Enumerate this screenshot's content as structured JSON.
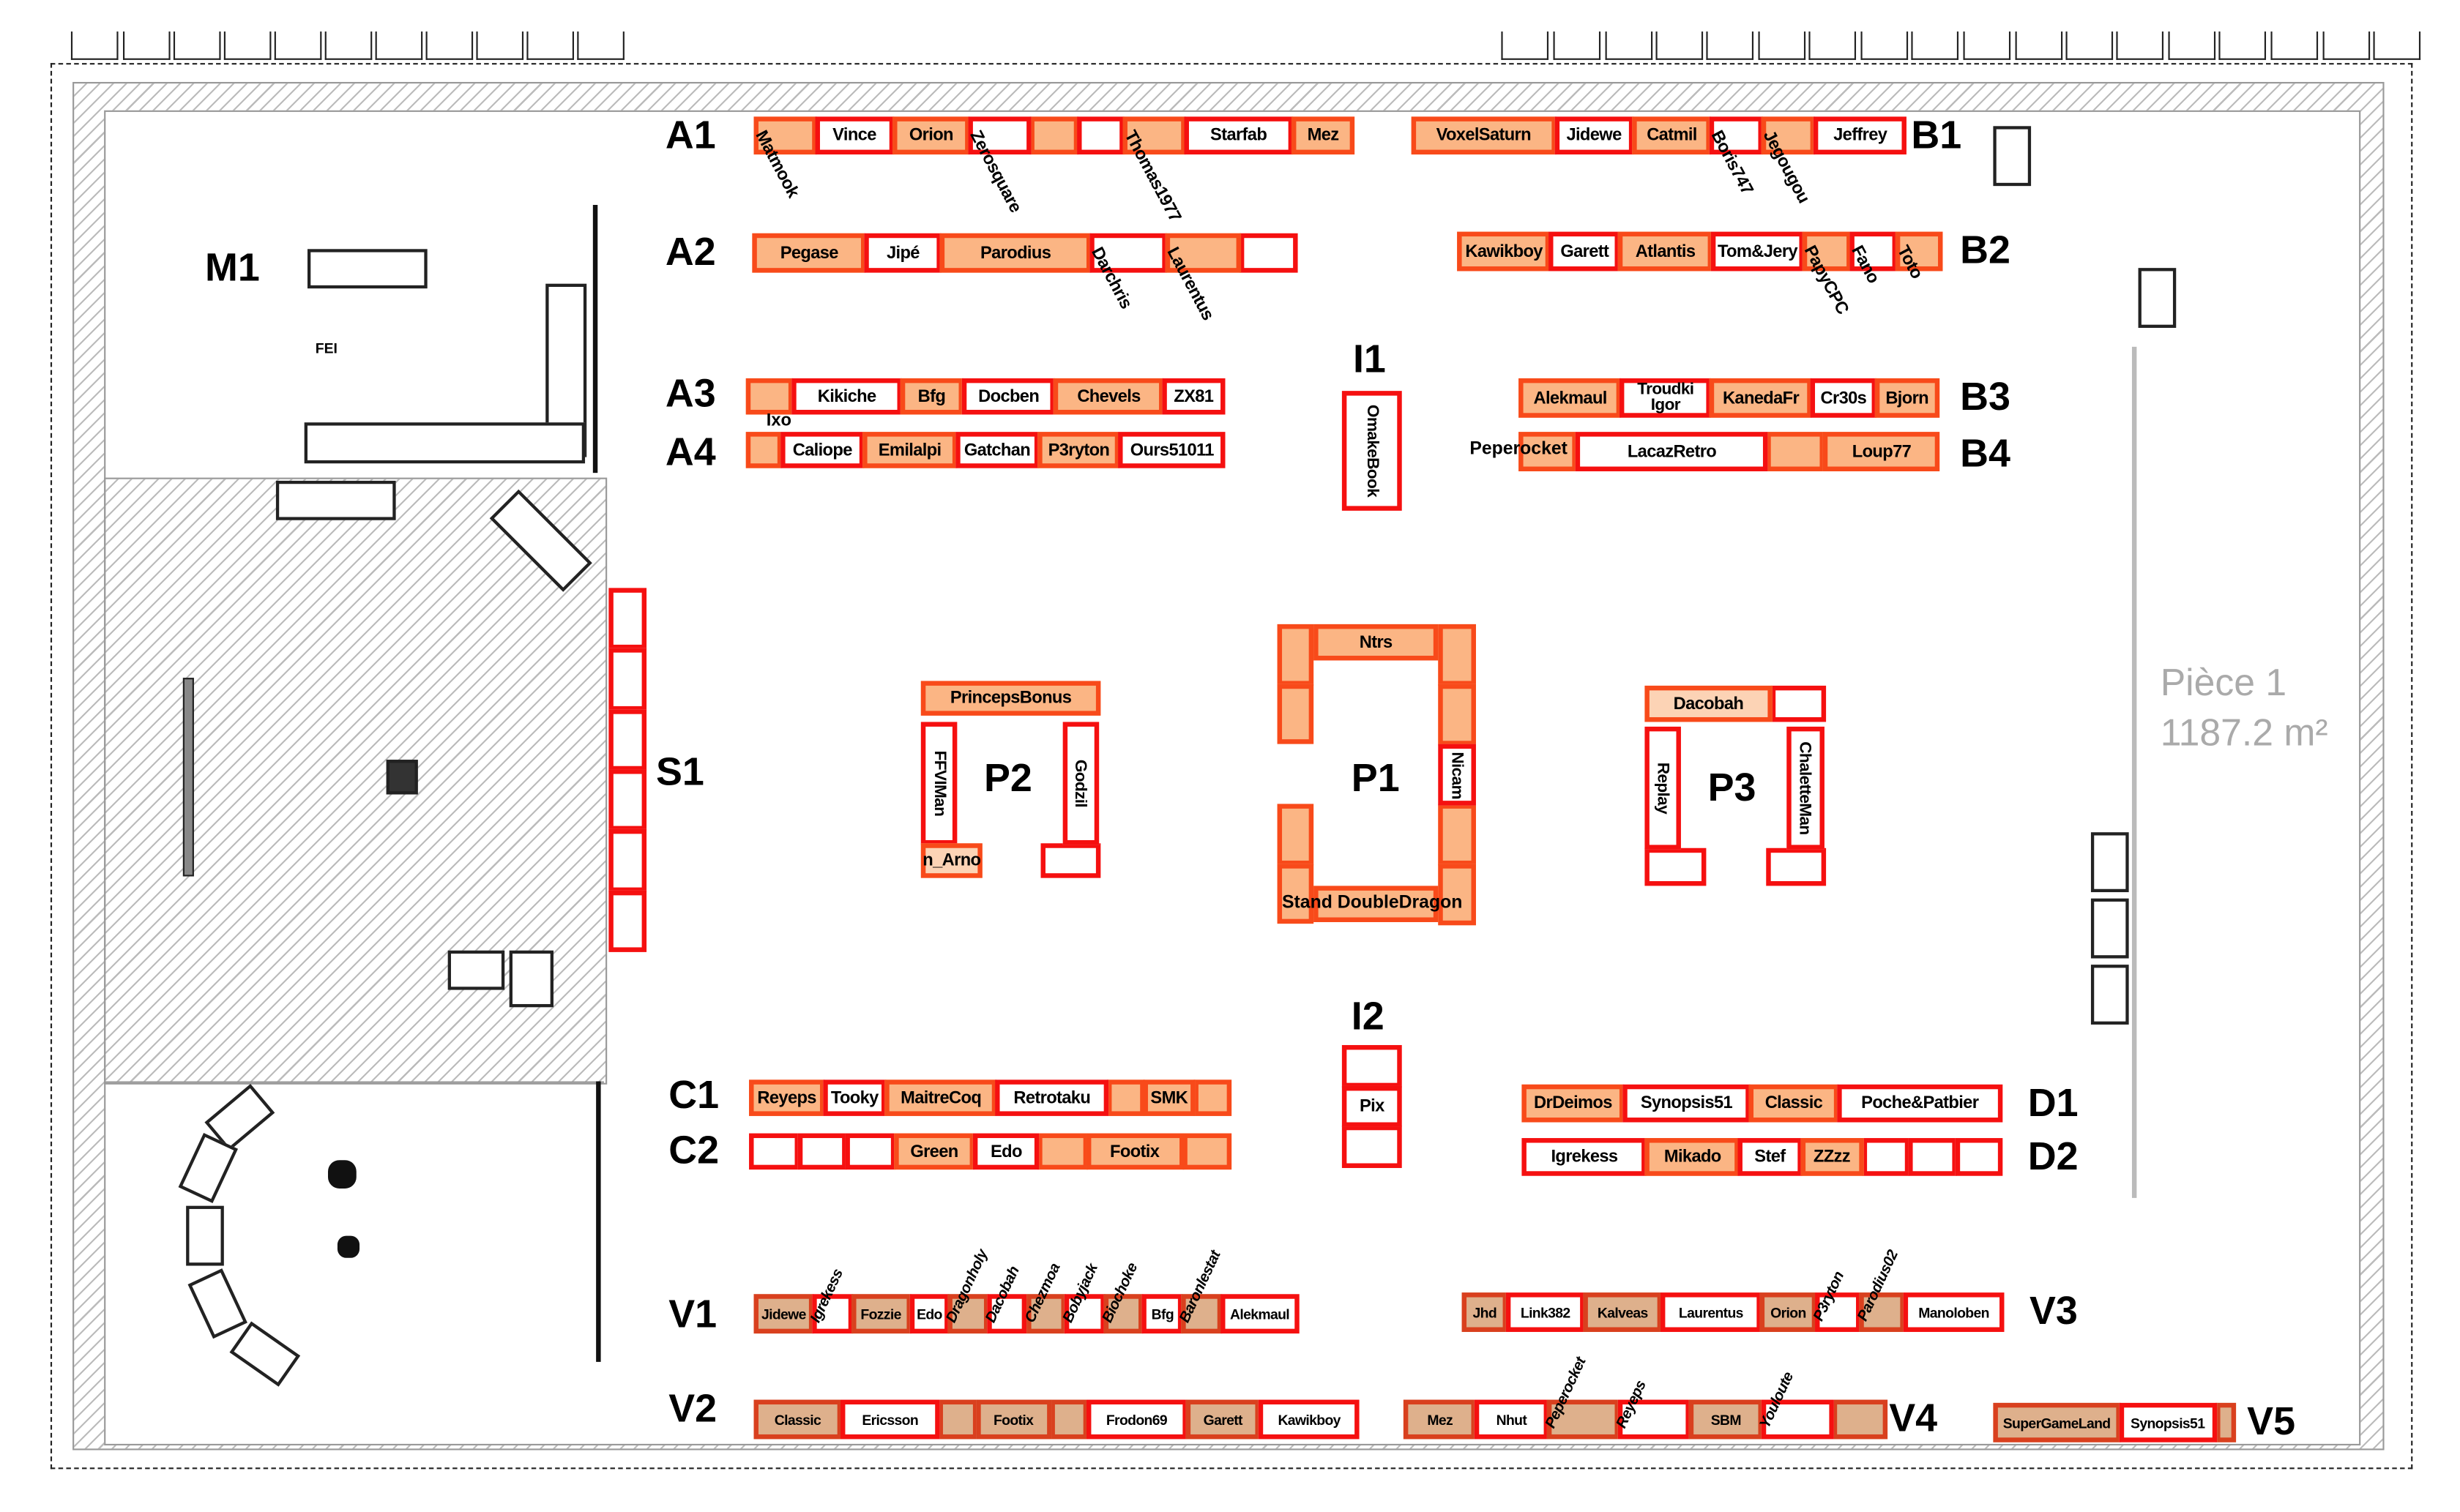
{
  "room": {
    "name": "Pièce 1",
    "area": "1187.2 m²"
  },
  "colors": {
    "booked": "#fbb584",
    "booked_border": "#f84a1a",
    "free_border": "#f51010",
    "vintage": "#deb08c"
  },
  "sections": {
    "A1": "A1",
    "A2": "A2",
    "A3": "A3",
    "A4": "A4",
    "B1": "B1",
    "B2": "B2",
    "B3": "B3",
    "B4": "B4",
    "C1": "C1",
    "C2": "C2",
    "D1": "D1",
    "D2": "D2",
    "I1": "I1",
    "I2": "I2",
    "S1": "S1",
    "P1": "P1",
    "P2": "P2",
    "P3": "P3",
    "V1": "V1",
    "V2": "V2",
    "V3": "V3",
    "V4": "V4",
    "V5": "V5",
    "M1": "M1"
  },
  "misc_labels": {
    "fei": "FEI",
    "ixo": "Ixo",
    "peperocket_b4": "Peperocket",
    "stand_doubledragon": "Stand DoubleDragon"
  },
  "rows": {
    "A1": [
      {
        "f": "f",
        "t": "Matmook",
        "r": "down"
      },
      {
        "f": "w",
        "t": "Vince"
      },
      {
        "f": "f",
        "t": "Orion"
      },
      {
        "f": "w",
        "t": "Zerosquare",
        "r": "down"
      },
      {
        "f": "f",
        "t": ""
      },
      {
        "f": "w",
        "t": ""
      },
      {
        "f": "f",
        "t": "Thomas1977",
        "r": "down"
      },
      {
        "f": "w",
        "t": "Starfab"
      },
      {
        "f": "f",
        "t": "Mez"
      }
    ],
    "A2": [
      {
        "f": "f",
        "t": "Pegase"
      },
      {
        "f": "w",
        "t": "Jipé"
      },
      {
        "f": "f",
        "t": "Parodius"
      },
      {
        "f": "w",
        "t": "Darchris",
        "r": "down"
      },
      {
        "f": "f",
        "t": "Laurentus",
        "r": "down"
      },
      {
        "f": "w",
        "t": ""
      }
    ],
    "A3": [
      {
        "f": "f",
        "t": ""
      },
      {
        "f": "w",
        "t": "Kikiche"
      },
      {
        "f": "f",
        "t": "Bfg"
      },
      {
        "f": "w",
        "t": "Docben"
      },
      {
        "f": "f",
        "t": "Chevels"
      },
      {
        "f": "w",
        "t": "ZX81"
      }
    ],
    "A4": [
      {
        "f": "f",
        "t": ""
      },
      {
        "f": "w",
        "t": "Caliope"
      },
      {
        "f": "f",
        "t": "Emilalpi"
      },
      {
        "f": "w",
        "t": "Gatchan"
      },
      {
        "f": "f",
        "t": "P3ryton"
      },
      {
        "f": "w",
        "t": "Ours51011"
      }
    ],
    "B1": [
      {
        "f": "f",
        "t": "VoxelSaturn"
      },
      {
        "f": "w",
        "t": "Jidewe"
      },
      {
        "f": "f",
        "t": "Catmil"
      },
      {
        "f": "w",
        "t": "Boris747",
        "r": "down"
      },
      {
        "f": "f",
        "t": "Jegougou",
        "r": "down"
      },
      {
        "f": "w",
        "t": "Jeffrey"
      }
    ],
    "B2": [
      {
        "f": "f",
        "t": "Kawikboy"
      },
      {
        "f": "w",
        "t": "Garett"
      },
      {
        "f": "f",
        "t": "Atlantis"
      },
      {
        "f": "w",
        "t": "Tom&Jery"
      },
      {
        "f": "f",
        "t": "PapyCPC",
        "r": "down"
      },
      {
        "f": "w",
        "t": "Fano",
        "r": "down"
      },
      {
        "f": "f",
        "t": "Toto",
        "r": "down"
      }
    ],
    "B3": [
      {
        "f": "f",
        "t": "Alekmaul"
      },
      {
        "f": "w",
        "t": "Troudki Igor"
      },
      {
        "f": "f",
        "t": "KanedaFr"
      },
      {
        "f": "w",
        "t": "Cr30s"
      },
      {
        "f": "f",
        "t": "Bjorn"
      }
    ],
    "B4": [
      {
        "f": "f",
        "t": ""
      },
      {
        "f": "w",
        "t": "LacazRetro"
      },
      {
        "f": "f",
        "t": ""
      },
      {
        "f": "f",
        "t": "Loup77"
      }
    ],
    "C1": [
      {
        "f": "f",
        "t": "Reyeps"
      },
      {
        "f": "w",
        "t": "Tooky"
      },
      {
        "f": "f",
        "t": "MaitreCoq"
      },
      {
        "f": "w",
        "t": "Retrotaku"
      },
      {
        "f": "f",
        "t": ""
      },
      {
        "f": "f",
        "t": "SMK"
      },
      {
        "f": "f",
        "t": ""
      }
    ],
    "C2": [
      {
        "f": "w",
        "t": ""
      },
      {
        "f": "w",
        "t": ""
      },
      {
        "f": "w",
        "t": ""
      },
      {
        "f": "f",
        "t": "Green"
      },
      {
        "f": "w",
        "t": "Edo"
      },
      {
        "f": "f",
        "t": ""
      },
      {
        "f": "f",
        "t": "Footix"
      },
      {
        "f": "f",
        "t": ""
      }
    ],
    "D1": [
      {
        "f": "f",
        "t": "DrDeimos"
      },
      {
        "f": "w",
        "t": "Synopsis51"
      },
      {
        "f": "f",
        "t": "Classic"
      },
      {
        "f": "w",
        "t": "Poche&Patbier"
      }
    ],
    "D2": [
      {
        "f": "w",
        "t": "Igrekess"
      },
      {
        "f": "f",
        "t": "Mikado"
      },
      {
        "f": "w",
        "t": "Stef"
      },
      {
        "f": "f",
        "t": "ZZzz"
      },
      {
        "f": "w",
        "t": ""
      },
      {
        "f": "w",
        "t": ""
      },
      {
        "f": "w",
        "t": ""
      }
    ],
    "V1": [
      {
        "f": "t",
        "t": "Jidewe"
      },
      {
        "f": "w",
        "t": "Igrekess",
        "r": "up"
      },
      {
        "f": "t",
        "t": "Fozzie"
      },
      {
        "f": "w",
        "t": "Edo"
      },
      {
        "f": "t",
        "t": "Dragonholy",
        "r": "up"
      },
      {
        "f": "w",
        "t": "Dacobah",
        "r": "up"
      },
      {
        "f": "t",
        "t": "Chezmoa",
        "r": "up"
      },
      {
        "f": "w",
        "t": "Bobyjack",
        "r": "up"
      },
      {
        "f": "t",
        "t": "Biochoke",
        "r": "up"
      },
      {
        "f": "w",
        "t": "Bfg"
      },
      {
        "f": "t",
        "t": "Baronlestat",
        "r": "up"
      },
      {
        "f": "w",
        "t": "Alekmaul"
      }
    ],
    "V2": [
      {
        "f": "t",
        "t": "Classic"
      },
      {
        "f": "w",
        "t": "Ericsson"
      },
      {
        "f": "t",
        "t": ""
      },
      {
        "f": "t",
        "t": "Footix"
      },
      {
        "f": "t",
        "t": ""
      },
      {
        "f": "w",
        "t": "Frodon69"
      },
      {
        "f": "t",
        "t": "Garett"
      },
      {
        "f": "w",
        "t": "Kawikboy"
      }
    ],
    "V3": [
      {
        "f": "t",
        "t": "Jhd"
      },
      {
        "f": "w",
        "t": "Link382"
      },
      {
        "f": "t",
        "t": "Kalveas"
      },
      {
        "f": "w",
        "t": "Laurentus"
      },
      {
        "f": "t",
        "t": "Orion"
      },
      {
        "f": "w",
        "t": "P3ryton",
        "r": "up"
      },
      {
        "f": "t",
        "t": "Parodius02",
        "r": "up"
      },
      {
        "f": "w",
        "t": "Manoloben"
      }
    ],
    "V4": [
      {
        "f": "t",
        "t": "Mez"
      },
      {
        "f": "w",
        "t": "Nhut"
      },
      {
        "f": "t",
        "t": "Peperocket",
        "r": "up"
      },
      {
        "f": "w",
        "t": "Reyeps",
        "r": "up"
      },
      {
        "f": "t",
        "t": "SBM"
      },
      {
        "f": "w",
        "t": "Youloute",
        "r": "up"
      },
      {
        "f": "t",
        "t": ""
      }
    ],
    "V5": [
      {
        "f": "t",
        "t": "SuperGameLand"
      },
      {
        "f": "w",
        "t": "Synopsis51"
      },
      {
        "f": "t",
        "t": ""
      }
    ],
    "I1": [
      {
        "f": "w",
        "t": "OmakeBook",
        "r": "vert"
      }
    ],
    "I2": [
      {
        "f": "w",
        "t": ""
      },
      {
        "f": "w",
        "t": "Pix"
      },
      {
        "f": "w",
        "t": ""
      }
    ],
    "S1": [
      {
        "f": "w",
        "t": ""
      },
      {
        "f": "w",
        "t": ""
      },
      {
        "f": "w",
        "t": ""
      },
      {
        "f": "w",
        "t": ""
      },
      {
        "f": "w",
        "t": ""
      },
      {
        "f": "w",
        "t": ""
      }
    ],
    "P1_left_top": [
      {
        "f": "f",
        "t": ""
      },
      {
        "f": "f",
        "t": ""
      }
    ],
    "P1_left_bottom": [
      {
        "f": "f",
        "t": ""
      },
      {
        "f": "f",
        "t": ""
      }
    ],
    "P1_top": [
      {
        "f": "f",
        "t": "Ntrs"
      }
    ],
    "P1_right": [
      {
        "f": "f",
        "t": ""
      },
      {
        "f": "f",
        "t": ""
      },
      {
        "f": "w",
        "t": "Nicam",
        "r": "vert"
      },
      {
        "f": "f",
        "t": ""
      },
      {
        "f": "f",
        "t": ""
      }
    ],
    "P1_bottom": [
      {
        "f": "f",
        "t": ""
      }
    ],
    "P2_top": [
      {
        "f": "f",
        "t": "PrincepsBonus"
      }
    ],
    "P2_left": [
      {
        "f": "w",
        "t": "FFVIMan",
        "r": "vert"
      }
    ],
    "P2_right": [
      {
        "f": "w",
        "t": "Godzil",
        "r": "vert"
      }
    ],
    "P2_bl": [
      {
        "f": "l",
        "t": "n_Arno"
      }
    ],
    "P2_br": [
      {
        "f": "w",
        "t": ""
      }
    ],
    "P3_top": [
      {
        "f": "l",
        "t": "Dacobah"
      },
      {
        "f": "w",
        "t": ""
      }
    ],
    "P3_left": [
      {
        "f": "w",
        "t": "Replay",
        "r": "vert"
      }
    ],
    "P3_right": [
      {
        "f": "w",
        "t": "ChaletteMan",
        "r": "vert"
      }
    ],
    "P3_bl": [
      {
        "f": "w",
        "t": ""
      }
    ],
    "P3_br": [
      {
        "f": "w",
        "t": ""
      }
    ]
  }
}
